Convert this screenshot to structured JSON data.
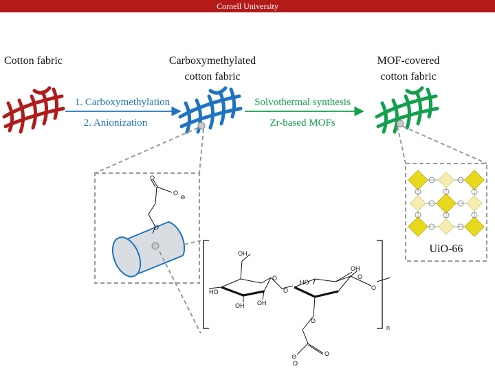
{
  "header": {
    "institution": "Cornell University"
  },
  "stages": {
    "cotton": {
      "label": "Cotton fabric"
    },
    "carboxy": {
      "line1": "Carboxymethylated",
      "line2": "cotton fabric"
    },
    "mof": {
      "line1": "MOF-covered",
      "line2": "cotton fabric"
    }
  },
  "steps": {
    "step1": "1. Carboxymethylation",
    "step2": "2. Anionization",
    "step3": "Solvothermal synthesis",
    "step4": "Zr-based MOFs"
  },
  "mof_inset": {
    "name": "UiO-66"
  },
  "chemistry": {
    "oh": "OH",
    "ho": "HO",
    "o": "O",
    "n": "n",
    "minus": "⊖"
  },
  "colors": {
    "banner": "#b31b1b",
    "cotton": "#b01c1c",
    "carboxy": "#1f74c2",
    "mof": "#13a04d",
    "cylinder": "#d9dde2"
  }
}
